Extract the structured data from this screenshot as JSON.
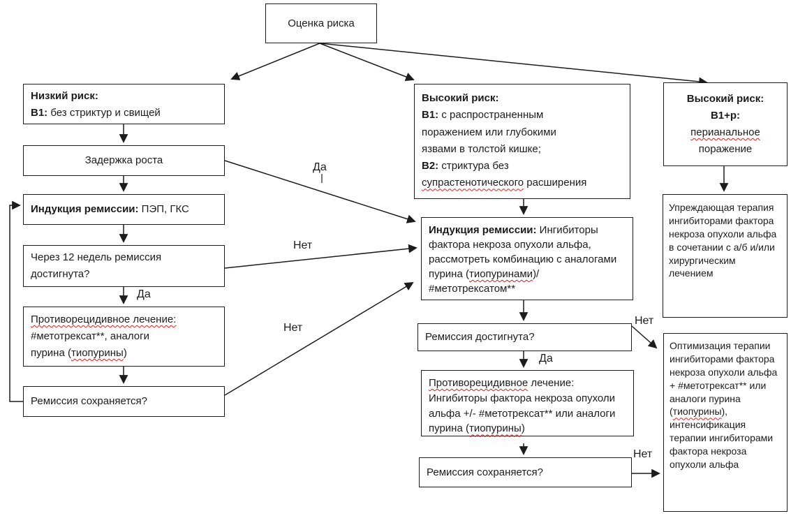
{
  "title": "Оценка риска",
  "nodes": {
    "risk_assessment": {
      "text": "Оценка риска"
    },
    "low_risk": {
      "title": "Низкий риск:",
      "b1_label": "B1:",
      "b1_text": " без стриктур и свищей"
    },
    "growth_delay": {
      "text": "Задержка роста"
    },
    "induction_low": {
      "title": "Индукция ремиссии:",
      "text": " ПЭП, ГКС"
    },
    "week12_question": {
      "text": "Через 12 недель ремиссия достигнута?"
    },
    "maintenance_low": {
      "title": "Противорецидивное лечение:",
      "line2": "#метотрексат**, аналоги",
      "line3_pre": "пурина (",
      "line3_sq": "тиопурины",
      "line3_post": ")"
    },
    "remission_kept_low": {
      "text": "Ремиссия сохраняется?"
    },
    "high_risk_mid": {
      "title": "Высокий риск:",
      "b1_label": "B1:",
      "b1_line1": " с распространенным",
      "b1_line2": "поражением или глубокими",
      "b1_line3": "язвами в толстой кишке;",
      "b2_label": "B2:",
      "b2_line1": " стриктура без",
      "b2_sq": "супрастенотического",
      "b2_post": " расширения"
    },
    "induction_mid": {
      "title": "Индукция ремиссии:",
      "line1": " Ингибиторы",
      "line2": "фактора некроза опухоли альфа,",
      "line3": "рассмотреть комбинацию с аналогами",
      "line4_pre": "пурина (",
      "line4_sq": "тиопуринами",
      "line4_post": ")/",
      "line5": "#метотрексатом**"
    },
    "remission_achieved_mid": {
      "text": "Ремиссия достигнута?"
    },
    "maintenance_mid": {
      "title_sq": "Противорецидивное",
      "title_rest": " лечение:",
      "line2": "Ингибиторы фактора некроза опухоли",
      "line3": "альфа +/- #метотрексат** или аналоги",
      "line4_pre": "пурина (",
      "line4_sq": "тиопурины",
      "line4_post": ")"
    },
    "remission_kept_mid": {
      "text": "Ремиссия сохраняется?"
    },
    "high_risk_right": {
      "title": "Высокий риск:",
      "subtitle": "B1+p:",
      "sq_word": "перианальное",
      "last_word": "поражение"
    },
    "preemptive_right": {
      "text": "Упреждающая терапия ингибиторами фактора некроза опухоли альфа в сочетании с а/б и/или хирургическим лечением"
    },
    "optimization_right": {
      "pre": "Оптимизация терапии ингибиторами фактора некроза опухоли альфа + #метотрексат** или аналоги пурина (",
      "sq": "тиопурины",
      "post": "), интенсификация терапии ингибиторами фактора некроза опухоли альфа"
    }
  },
  "edge_labels": {
    "da_growth": "Да",
    "net_week12": "Нет",
    "net_kept_low": "Нет",
    "da_week12": "Да",
    "da_mid": "Да",
    "net_achieved_mid": "Нет",
    "net_kept_mid": "Нет"
  },
  "colors": {
    "line": "#1c1c1c",
    "text": "#1c1c1c",
    "spellcheck_squiggle": "#d8201c",
    "background": "#ffffff"
  }
}
